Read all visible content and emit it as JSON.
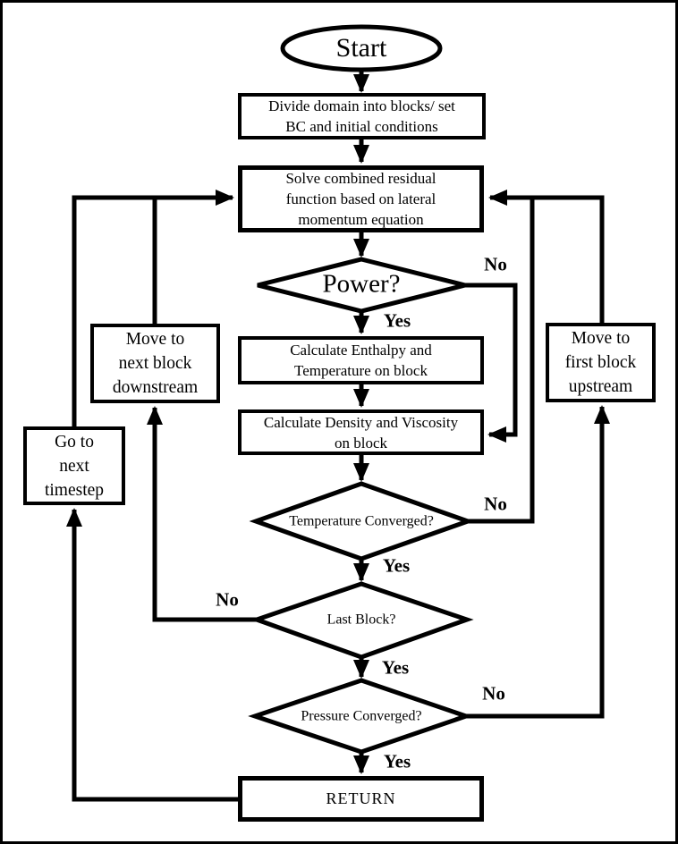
{
  "diagram": {
    "type": "flowchart",
    "colors": {
      "line": "#000000",
      "background": "#ffffff",
      "text": "#000000"
    },
    "nodes": {
      "start": {
        "shape": "ellipse",
        "label": "Start"
      },
      "divide": {
        "shape": "rect",
        "lines": [
          "Divide domain into blocks/ set",
          "BC and initial conditions"
        ]
      },
      "solve": {
        "shape": "rect",
        "lines": [
          "Solve combined residual",
          "function based on lateral",
          "momentum equation"
        ]
      },
      "power": {
        "shape": "diamond",
        "label": "Power?"
      },
      "enthalpy": {
        "shape": "rect",
        "lines": [
          "Calculate Enthalpy and",
          "Temperature on block"
        ]
      },
      "density": {
        "shape": "rect",
        "lines": [
          "Calculate Density and Viscosity",
          "on block"
        ]
      },
      "temp_converged": {
        "shape": "diamond",
        "lines": [
          "Temperature",
          "Converged?"
        ]
      },
      "last_block": {
        "shape": "diamond",
        "label": "Last Block?"
      },
      "pressure_converged": {
        "shape": "diamond",
        "lines": [
          "Pressure",
          "Converged?"
        ]
      },
      "return": {
        "shape": "rect",
        "label": "RETURN"
      },
      "move_downstream": {
        "shape": "rect",
        "lines": [
          "Move to",
          "next block",
          "downstream"
        ]
      },
      "move_upstream": {
        "shape": "rect",
        "lines": [
          "Move to",
          "first block",
          "upstream"
        ]
      },
      "next_timestep": {
        "shape": "rect",
        "lines": [
          "Go to",
          "next",
          "timestep"
        ]
      }
    },
    "edges": [
      {
        "from": "start",
        "to": "divide",
        "label": ""
      },
      {
        "from": "divide",
        "to": "solve",
        "label": ""
      },
      {
        "from": "solve",
        "to": "power",
        "label": ""
      },
      {
        "from": "power",
        "to": "enthalpy",
        "label": "Yes"
      },
      {
        "from": "power",
        "to": "density",
        "label": "No"
      },
      {
        "from": "enthalpy",
        "to": "density",
        "label": ""
      },
      {
        "from": "density",
        "to": "temp_converged",
        "label": ""
      },
      {
        "from": "temp_converged",
        "to": "last_block",
        "label": "Yes"
      },
      {
        "from": "temp_converged",
        "to": "solve",
        "label": "No"
      },
      {
        "from": "last_block",
        "to": "pressure_converged",
        "label": "Yes"
      },
      {
        "from": "last_block",
        "to": "move_downstream",
        "label": "No"
      },
      {
        "from": "move_downstream",
        "to": "solve",
        "label": ""
      },
      {
        "from": "pressure_converged",
        "to": "return",
        "label": "Yes"
      },
      {
        "from": "pressure_converged",
        "to": "move_upstream",
        "label": "No"
      },
      {
        "from": "move_upstream",
        "to": "solve",
        "label": ""
      },
      {
        "from": "return",
        "to": "next_timestep",
        "label": ""
      },
      {
        "from": "next_timestep",
        "to": "solve",
        "label": ""
      }
    ]
  }
}
